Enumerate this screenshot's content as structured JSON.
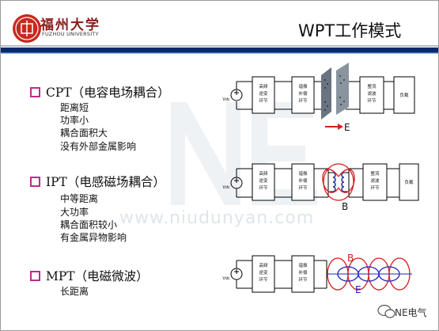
{
  "header": {
    "university_cn": "福州大学",
    "university_en": "FUZHOU UNIVERSITY",
    "slide_title": "WPT工作模式"
  },
  "sections": [
    {
      "title": "CPT（电容电场耦合）",
      "items": [
        "距离短",
        "功率小",
        "耦合面积大",
        "没有外部金属影响"
      ]
    },
    {
      "title": "IPT（电感磁场耦合）",
      "items": [
        "中等距离",
        "大功率",
        "耦合面积较小",
        "有金属异物影响"
      ]
    },
    {
      "title": "MPT（电磁微波）",
      "items": [
        "长距离"
      ]
    }
  ],
  "diagram_labels": {
    "high_freq_inverter": [
      "高频",
      "逆变",
      "环节"
    ],
    "compensation": [
      "谐振",
      "补偿",
      "环节"
    ],
    "rectifier": [
      "整流",
      "滤波",
      "环节"
    ],
    "load": "负载",
    "vdc": "Vdc",
    "field_e": "E",
    "field_b": "B"
  },
  "watermark": "www.niudunyan.com",
  "credit": "NE电气",
  "colors": {
    "bullet": "#c02a8e",
    "b_field": "#d42020",
    "e_field": "#2020c0",
    "header_line": "#0a2a6e",
    "logo_red": "#c8281e"
  }
}
